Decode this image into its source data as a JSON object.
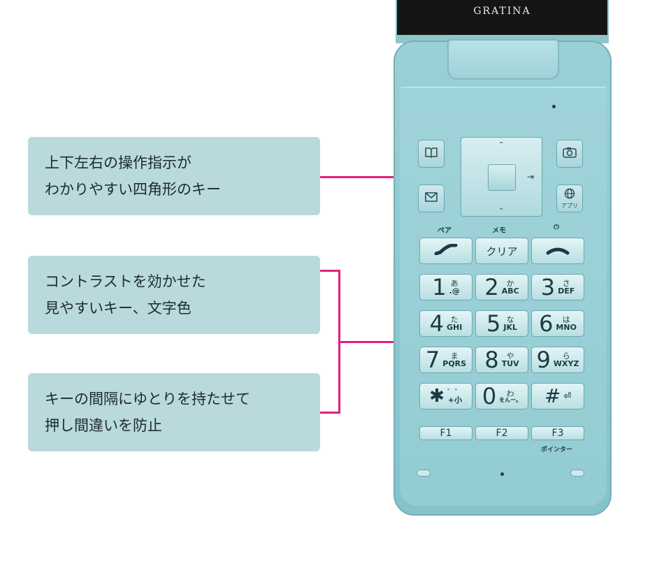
{
  "callouts": [
    {
      "line1": "上下左右の操作指示が",
      "line2": "わかりやすい四角形のキー"
    },
    {
      "line1": "コントラストを効かせた",
      "line2": "見やすいキー、文字色"
    },
    {
      "line1": "キーの間隔にゆとりを持たせて",
      "line2": "押し間違いを防止"
    }
  ],
  "phone": {
    "brand": "GRATINA",
    "labels": {
      "pair": "ペア",
      "memo": "メモ",
      "power": "⏻",
      "pointer": "ポインター",
      "app": "アプリ"
    },
    "call_row": {
      "clear": "クリア"
    },
    "keys": [
      {
        "digit": "1",
        "kana": "あ",
        "latin": ".@"
      },
      {
        "digit": "2",
        "kana": "か",
        "latin": "ABC"
      },
      {
        "digit": "3",
        "kana": "さ",
        "latin": "DEF"
      },
      {
        "digit": "4",
        "kana": "た",
        "latin": "GHI"
      },
      {
        "digit": "5",
        "kana": "な",
        "latin": "JKL"
      },
      {
        "digit": "6",
        "kana": "は",
        "latin": "MNO"
      },
      {
        "digit": "7",
        "kana": "ま",
        "latin": "PQRS"
      },
      {
        "digit": "8",
        "kana": "や",
        "latin": "TUV"
      },
      {
        "digit": "9",
        "kana": "ら",
        "latin": "WXYZ"
      },
      {
        "digit": "✱",
        "kana": "゛゜",
        "latin": "+小"
      },
      {
        "digit": "0",
        "kana": "わ",
        "latin": "をんー。"
      },
      {
        "digit": "#",
        "kana": "",
        "latin": "⏎"
      }
    ],
    "function_keys": [
      "F1",
      "F2",
      "F3"
    ]
  },
  "colors": {
    "accent": "#e1207f",
    "callout_bg": "#b9d9dd",
    "phone_body": "#93ccd3"
  }
}
